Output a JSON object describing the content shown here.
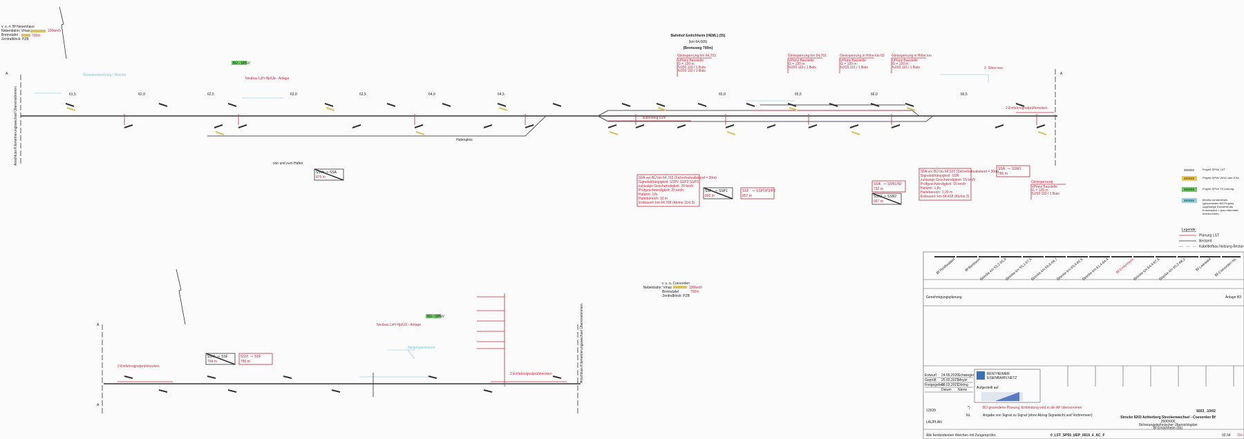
{
  "station": {
    "title": "Bahnhof Emlichheim (HEML) (55)",
    "km": "(km 64,665)",
    "braking": "(Bremsweg 700m)"
  },
  "left_info": {
    "line1": "v. u. n. Bf Neuenhaus",
    "line2": "Nebenbahn; Vmax",
    "speed": "100km/h",
    "line3": "Bremstafel",
    "brake": "700m",
    "line4": "Zentralblock: PZB"
  },
  "bottom_info": {
    "line1": "v. u. n. Coevorden",
    "line2": "Nebenbahn; Vmax",
    "speed": "100km/h",
    "line3": "Bremstafel",
    "brake": "700m",
    "line4": "Zentralblock: PZB"
  },
  "labels": {
    "hafen": "von und zum Hafen",
    "hafengleis": "Hafengleis",
    "bue_top": "BÜ - SPNV",
    "bue_bottom": "BÜ - SPNV",
    "neubau_top": "Neubau LzH-Hp/Üb - Anlage",
    "neubau_bottom": "Neubau LzH-Hp/ÜS - Anlage",
    "einfahr1": "2 Einfahrsignalprüfstrecken",
    "einfahr2": "2 Einfahrsignalprüfstrecken",
    "einfahr3": "2 Einfahrsignalprüfstrecken",
    "gleis_anlage": "2. Gleis neu",
    "bahnsteig": "Bahnsteig 55m",
    "marker_a": "A",
    "abzweig_top": "Anschluss Kilometrierungswechsel Übereinstimmen",
    "abzweig_bottom": "Anschluss Kilometrierungswechsel Übereinstimmen",
    "gleis_uber": "Gleisüberwachung / Weiche",
    "neigungswechsel": "Neigungswechsel"
  },
  "route_boxes": [
    {
      "from": "SSVa",
      "to": "SSA",
      "dist": "879 m",
      "style": "black"
    },
    {
      "from": "SSF",
      "to": "SSP1",
      "dist": "892 m",
      "style": "black"
    },
    {
      "from": "SSF",
      "to": "SSP1/P2/P3",
      "dist": "857 m",
      "style": "red"
    },
    {
      "from": "SSA",
      "to": "SSN1/N2",
      "dist": "732 m",
      "style": "red"
    },
    {
      "from": "SSN1",
      "to": "SSN2",
      "dist": "997 m",
      "style": "black"
    },
    {
      "from": "SSA",
      "to": "SSN3",
      "dist": "786 m",
      "style": "red"
    },
    {
      "from": "SSVi",
      "to": "SSF",
      "dist": "764 m",
      "style": "black"
    },
    {
      "from": "SSVi",
      "to": "SSF",
      "dist": "786 m",
      "style": "red"
    }
  ],
  "info_boxes": [
    {
      "lines": [
        "SFA vor BÜ bis 64,793 (Sicherheitsabstand = 30m)",
        "Signalabhängigkeit: SSPV SSP2 SSP3",
        "zulässige Geschwindigkeit: 20 km/h",
        "Prüfgeschwindigkeit: 20 km/h",
        "Haltzeit: 12s",
        "Haltebereich: 10 m",
        "Einbauort: km 64,768 (Kleine 11m 3)"
      ]
    },
    {
      "lines": [
        "SFA vor BÜ bis 64,521 (Sicherheitsabstand = 30m)",
        "Signalabhängigkeit: SSN",
        "zulässige Geschwindigkeit: 15 km/h",
        "Prüfgeschwindigkeit: 15 km/h",
        "Haltzeit: 1,8s",
        "Haltebereich: 1,20 m",
        "Einbauort: km 64,418 (Kleine 3)"
      ]
    }
  ],
  "speed_notes": [
    {
      "title": "Gleissperrung km 64,703",
      "lines": [
        "vPlanz Baustelle",
        "G = 120 m",
        "fv200 110 / 1 Bats",
        "fv200 110 / 1 Bats"
      ]
    },
    {
      "title": "Gleissperrung km 64,701",
      "lines": [
        "vPlanz Baustelle",
        "G = 120 m",
        "fv200 110 / 1 Bats"
      ]
    },
    {
      "title": "Gleissperrung in Höhe km 65",
      "lines": [
        "vPlanz Baustelle",
        "G = 120 m",
        "fv200 110 / 1 Bats"
      ]
    },
    {
      "title": "Gleissperrung in Höhe km",
      "lines": [
        "vPlanz Baustelle",
        "G = 120 m",
        "fv200 110 / 1 Bats"
      ]
    },
    {
      "title": "Gleissperrung",
      "lines": [
        "vPlanz Baustelle",
        "G = 120 m",
        "fv200 110 / 1 Bats"
      ]
    }
  ],
  "legend": {
    "items": [
      {
        "swatch": "xxxxxx",
        "color": "#c8283c",
        "bg": "",
        "label": "Projekt SPNV LST"
      },
      {
        "swatch": "xxxxxx",
        "color": "#555",
        "bg": "#f0c850",
        "label": "Projekt SPNV WHZ oder EEA"
      },
      {
        "swatch": "xxxxxx",
        "color": "#555",
        "bg": "#6cc860",
        "label": "Projekt SPNV TK-Leitung"
      },
      {
        "swatch": "xxxxxx",
        "color": "#555",
        "bg": "#8ed4e4",
        "label": "bereits vorhandenes (gesondertes BÜ-Projekt) zugehörige Elemente als Endzustand = grau informativ übernommen"
      }
    ],
    "title": "Legende:",
    "lines": [
      {
        "label": "Planung LST",
        "color": "#c8283c"
      },
      {
        "label": "Bestand",
        "color": "#333"
      },
      {
        "label": "Kabeltiefbau Nutzung Bestand",
        "color": "#aaa"
      }
    ]
  },
  "strip": {
    "stations": [
      "Bf Holdhoddorf",
      "Bf Bentheim",
      "Strecke km 52,2-55,0",
      "Strecke km 55,1-57,5",
      "Strecke km 56,6-59,7",
      "Strecke km 60,4-62,6",
      "Strecke km 61,4-64,4",
      "Bf Emlichheim",
      "Strecke km 64,4-67,6",
      "Strecke km 65,2-68,2",
      "Bf Laarwald",
      "Bf Coevorden NL"
    ]
  },
  "title_block": {
    "phase": "Genehmigungsplanung",
    "annex": "Anlage B3",
    "company_line1": "BENTHEIMER",
    "company_line2": "EISENBAHN NETZ",
    "drawing_no": "9203_.10/02",
    "project": "Strecke 9203 Achterberg Streckenwechsel - Coevorden Bf",
    "scale": "2500/000",
    "subject": "Sicherungstechnischer Übersichtsplan",
    "location": "Bf Emlichheim (55)",
    "file": "0_LST_SP55_UEP_0019_4_AC_F",
    "sheet": "02.04",
    "page": "19+",
    "designer": "LAUPLAN",
    "aufgestellt": "Aufgestellt auf",
    "index": "12939",
    "rows": [
      {
        "a": "Entwurf",
        "b": "24.09.2020",
        "c": "Schwieger"
      },
      {
        "a": "Geprüft",
        "b": "25.03.2021",
        "c": "Meyer"
      },
      {
        "a": "Freigegeben",
        "b": "18.03.2021",
        "c": "Döring"
      },
      {
        "a": "",
        "b": "Datum",
        "c": "Name"
      }
    ]
  },
  "notes": {
    "star": "*)",
    "star_text": "BÜ gesonderte Planung, Einbindung wird in die AP übernommen",
    "nl": "NL",
    "nl_text": "Angabe von Signal zu Signal (ohne Abzug Signalsicht und Vorbremsen)",
    "footer": "Alle fernbedienten Weichen mit Zungenprüfer."
  },
  "km_marks": [
    "61,5",
    "62,0",
    "62,5",
    "63,0",
    "63,5",
    "64,0",
    "64,5",
    "65,0",
    "65,5",
    "66,0",
    "66,5"
  ]
}
